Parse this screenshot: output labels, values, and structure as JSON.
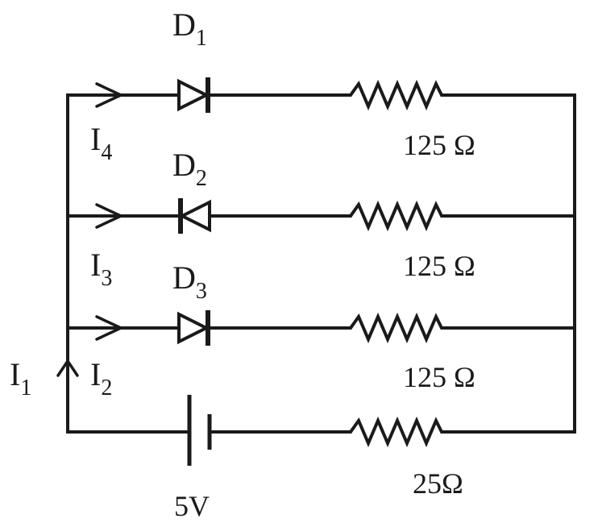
{
  "diodes": {
    "d1": {
      "letter": "D",
      "sub": "1"
    },
    "d2": {
      "letter": "D",
      "sub": "2"
    },
    "d3": {
      "letter": "D",
      "sub": "3"
    }
  },
  "currents": {
    "i1": {
      "letter": "I",
      "sub": "1"
    },
    "i2": {
      "letter": "I",
      "sub": "2"
    },
    "i3": {
      "letter": "I",
      "sub": "3"
    },
    "i4": {
      "letter": "I",
      "sub": "4"
    }
  },
  "resistors": {
    "r1": "125 Ω",
    "r2": "125 Ω",
    "r3": "125 Ω",
    "r4": "25Ω"
  },
  "battery": {
    "voltage": "5V"
  },
  "colors": {
    "ink": "#1a1a1a",
    "background": "#ffffff"
  }
}
